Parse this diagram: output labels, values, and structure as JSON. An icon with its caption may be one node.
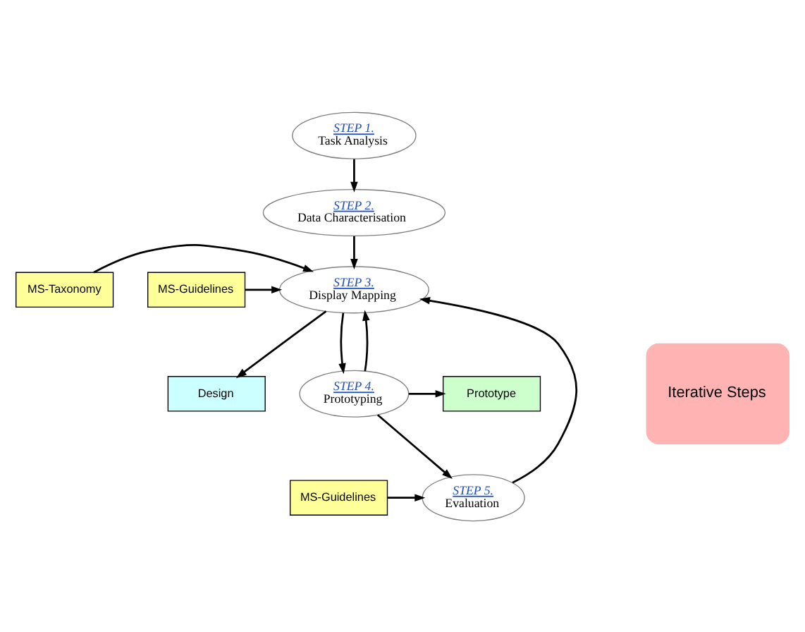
{
  "diagram": {
    "nodes": [
      {
        "text": [
          "STEP 1.",
          "Task Analysis"
        ]
      },
      {
        "text": [
          "STEP 2.",
          "Data Characterisation"
        ]
      },
      {
        "text": [
          "STEP 3.",
          "Display Mapping"
        ]
      },
      {
        "text": [
          "MS-Taxonomy"
        ]
      },
      {
        "text": [
          "MS-Guidelines"
        ]
      },
      {
        "text": [
          "Design"
        ]
      },
      {
        "text": [
          "STEP 4.",
          "Prototyping"
        ]
      },
      {
        "text": [
          "Prototype"
        ]
      },
      {
        "text": [
          "STEP 5.",
          "Evaluation"
        ]
      },
      {
        "text": [
          "MS-Guidelines"
        ]
      },
      {
        "text": [
          "Iterative Steps"
        ]
      }
    ],
    "edges": [
      {
        "from": 0,
        "to": 1,
        "arrow": "to"
      },
      {
        "from": 1,
        "to": 2,
        "arrow": "to"
      },
      {
        "from": 3,
        "to": 2,
        "arrow": "to"
      },
      {
        "from": 4,
        "to": 2,
        "arrow": "to"
      },
      {
        "from": 2,
        "to": 5,
        "arrow": "to"
      },
      {
        "from": 2,
        "to": 6,
        "arrow": "to"
      },
      {
        "from": 6,
        "to": 7,
        "arrow": "to"
      },
      {
        "from": 6,
        "to": 8,
        "arrow": "to"
      },
      {
        "from": 9,
        "to": 8,
        "arrow": "to"
      },
      {
        "from": 6,
        "to": 2,
        "arrow": "to"
      },
      {
        "from": 8,
        "to": 2,
        "arrow": "to"
      }
    ]
  }
}
